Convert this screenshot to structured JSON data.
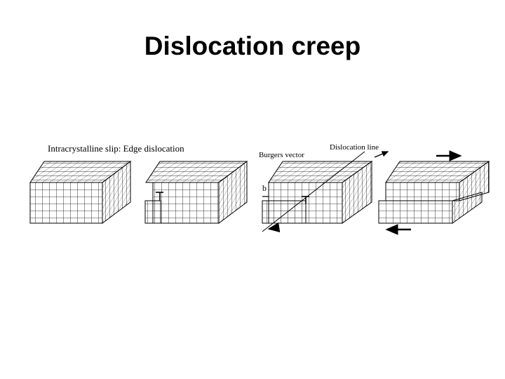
{
  "slide": {
    "title": "Dislocation creep"
  },
  "figure": {
    "caption": "Intracrystalline slip: Edge dislocation",
    "burgers_label": "Burgers vector",
    "dislocation_line_label": "Dislocation line",
    "b_symbol": "b",
    "stroke_color": "#000000"
  }
}
